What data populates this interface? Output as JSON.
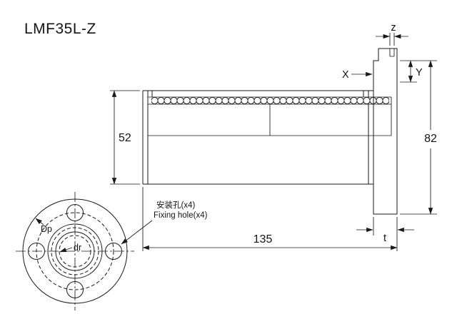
{
  "title": "LMF35L-Z",
  "dimensions": {
    "outer_diameter": "52",
    "flange_diameter": "82",
    "length": "135",
    "flange_thickness": "t",
    "groove_width": "z",
    "groove_offset": "X",
    "groove_height": "Y",
    "pitch_circle_diameter": "Dp",
    "bore_diameter": "dr"
  },
  "annotations": {
    "fixing_hole_cn": "安装孔(x4)",
    "fixing_hole_en": "Fixing hole(x4)"
  },
  "colors": {
    "line": "#1a1a1a",
    "background": "#ffffff"
  }
}
